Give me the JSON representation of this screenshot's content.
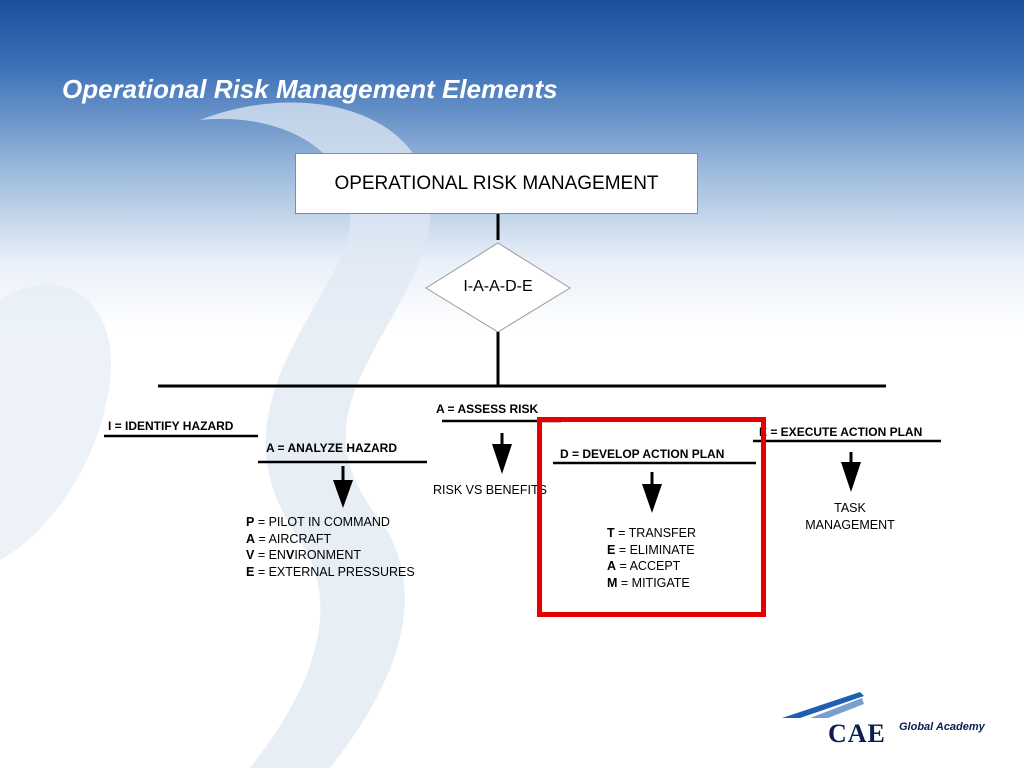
{
  "slide": {
    "title": "Operational Risk Management Elements"
  },
  "diagram": {
    "top_box": "OPERATIONAL RISK MANAGEMENT",
    "diamond": "I-A-A-D-E",
    "branches": {
      "identify": {
        "header": "I = IDENTIFY HAZARD"
      },
      "analyze": {
        "header": "A = ANALYZE HAZARD",
        "items": [
          {
            "letter": "P",
            "rest": " = PILOT IN COMMAND"
          },
          {
            "letter": "A",
            "rest": " = AIRCRAFT"
          },
          {
            "letter": "V",
            "pre": " = EN",
            "mid": "V",
            "rest": "IRONMENT"
          },
          {
            "letter": "E",
            "rest": " = EXTERNAL PRESSURES"
          }
        ]
      },
      "assess": {
        "header": "A = ASSESS RISK",
        "detail": "RISK VS BENEFITS"
      },
      "develop": {
        "header": "D = DEVELOP ACTION PLAN",
        "items": [
          {
            "letter": "T",
            "rest": " = TRANSFER"
          },
          {
            "letter": "E",
            "rest": " = ELIMINATE"
          },
          {
            "letter": "A",
            "rest": " = ACCEPT"
          },
          {
            "letter": "M",
            "rest": " = MITIGATE"
          }
        ]
      },
      "execute": {
        "header": "E = EXECUTE ACTION PLAN",
        "detail_line1": "TASK",
        "detail_line2": "MANAGEMENT"
      }
    },
    "highlight_color": "#e60000"
  },
  "branding": {
    "logo_text": "CAE",
    "tagline": "Global Academy",
    "brand_color": "#0a1f4f",
    "accent_color": "#1f5fb3"
  }
}
